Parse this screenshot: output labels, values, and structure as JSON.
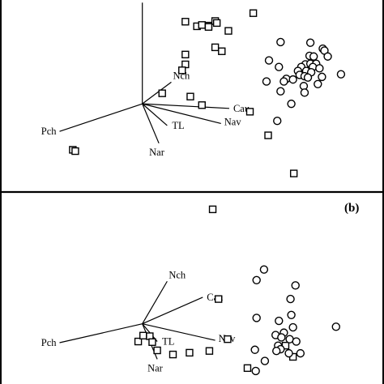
{
  "chart_data": [
    {
      "type": "scatter",
      "panel_label": "",
      "grid": false,
      "vectors": [
        {
          "label": "Nch",
          "x": 0.0,
          "y": 1.54,
          "show_label": false
        },
        {
          "label": "Nch",
          "x": 0.35,
          "y": 0.33,
          "show_label": true
        },
        {
          "label": "Cau",
          "x": 1.05,
          "y": -0.07,
          "show_label": true
        },
        {
          "label": "Nav",
          "x": 0.95,
          "y": -0.3,
          "show_label": true
        },
        {
          "label": "TL",
          "x": 0.3,
          "y": -0.33,
          "show_label": true
        },
        {
          "label": "Nar",
          "x": 0.2,
          "y": -0.6,
          "show_label": true
        },
        {
          "label": "Pch",
          "x": -1.0,
          "y": -0.42,
          "show_label": true
        }
      ],
      "series": [
        {
          "marker": "square",
          "points": [
            [
              0.52,
              1.25
            ],
            [
              0.66,
              1.18
            ],
            [
              0.72,
              1.2
            ],
            [
              0.8,
              1.19
            ],
            [
              0.8,
              1.17
            ],
            [
              0.88,
              1.26
            ],
            [
              0.9,
              1.23
            ],
            [
              1.04,
              1.11
            ],
            [
              0.88,
              0.86
            ],
            [
              0.96,
              0.8
            ],
            [
              0.52,
              0.75
            ],
            [
              0.52,
              0.6
            ],
            [
              0.48,
              0.51
            ],
            [
              0.24,
              0.16
            ],
            [
              0.58,
              0.11
            ],
            [
              0.72,
              -0.02
            ],
            [
              1.3,
              -0.12
            ],
            [
              1.52,
              -0.48
            ],
            [
              -0.84,
              -0.7
            ],
            [
              -0.81,
              -0.72
            ],
            [
              1.83,
              -1.06
            ],
            [
              1.34,
              1.38
            ]
          ]
        },
        {
          "marker": "circle",
          "points": [
            [
              1.67,
              0.94
            ],
            [
              2.03,
              0.93
            ],
            [
              2.18,
              0.84
            ],
            [
              2.2,
              0.81
            ],
            [
              2.02,
              0.73
            ],
            [
              2.07,
              0.72
            ],
            [
              2.24,
              0.72
            ],
            [
              1.53,
              0.66
            ],
            [
              1.65,
              0.56
            ],
            [
              1.97,
              0.6
            ],
            [
              2.03,
              0.61
            ],
            [
              2.1,
              0.61
            ],
            [
              1.92,
              0.56
            ],
            [
              2.06,
              0.56
            ],
            [
              1.88,
              0.5
            ],
            [
              1.98,
              0.5
            ],
            [
              2.04,
              0.48
            ],
            [
              2.14,
              0.54
            ],
            [
              2.4,
              0.45
            ],
            [
              1.9,
              0.44
            ],
            [
              1.96,
              0.42
            ],
            [
              2.17,
              0.41
            ],
            [
              2.0,
              0.4
            ],
            [
              1.74,
              0.38
            ],
            [
              1.71,
              0.34
            ],
            [
              1.82,
              0.37
            ],
            [
              2.12,
              0.3
            ],
            [
              1.95,
              0.27
            ],
            [
              1.67,
              0.19
            ],
            [
              1.96,
              0.17
            ],
            [
              1.8,
              0.0
            ],
            [
              1.63,
              -0.26
            ],
            [
              1.5,
              0.34
            ]
          ]
        }
      ],
      "xlim": [
        -1.7,
        2.9
      ],
      "ylim": [
        -1.33,
        1.58
      ]
    },
    {
      "type": "scatter",
      "panel_label": "(b)",
      "grid": false,
      "vectors": [
        {
          "label": "Nch",
          "x": 0.3,
          "y": 0.72,
          "show_label": true
        },
        {
          "label": "Cau",
          "x": 0.73,
          "y": 0.45,
          "show_label": true
        },
        {
          "label": "Nav",
          "x": 0.88,
          "y": -0.28,
          "show_label": true
        },
        {
          "label": "TL",
          "x": 0.18,
          "y": -0.3,
          "show_label": true
        },
        {
          "label": "Nar",
          "x": 0.18,
          "y": -0.6,
          "show_label": true
        },
        {
          "label": "Pch",
          "x": -1.0,
          "y": -0.32,
          "show_label": true
        }
      ],
      "series": [
        {
          "marker": "square",
          "points": [
            [
              0.85,
              1.94
            ],
            [
              0.92,
              0.42
            ],
            [
              0.09,
              -0.21
            ],
            [
              -0.05,
              -0.3
            ],
            [
              0.01,
              -0.2
            ],
            [
              0.12,
              -0.31
            ],
            [
              0.18,
              -0.45
            ],
            [
              0.37,
              -0.52
            ],
            [
              0.57,
              -0.49
            ],
            [
              0.81,
              -0.46
            ],
            [
              1.03,
              -0.26
            ],
            [
              1.73,
              -0.37
            ],
            [
              1.82,
              -0.56
            ],
            [
              1.27,
              -0.75
            ]
          ]
        },
        {
          "marker": "circle",
          "points": [
            [
              1.47,
              0.92
            ],
            [
              1.38,
              0.74
            ],
            [
              1.85,
              0.65
            ],
            [
              1.79,
              0.42
            ],
            [
              1.8,
              0.15
            ],
            [
              1.65,
              0.05
            ],
            [
              1.38,
              0.1
            ],
            [
              1.82,
              -0.06
            ],
            [
              2.34,
              -0.05
            ],
            [
              1.71,
              -0.15
            ],
            [
              1.61,
              -0.19
            ],
            [
              1.68,
              -0.23
            ],
            [
              1.78,
              -0.26
            ],
            [
              1.64,
              -0.37
            ],
            [
              1.67,
              -0.43
            ],
            [
              1.62,
              -0.46
            ],
            [
              1.86,
              -0.3
            ],
            [
              1.77,
              -0.5
            ],
            [
              1.91,
              -0.5
            ],
            [
              1.36,
              -0.44
            ],
            [
              1.48,
              -0.63
            ],
            [
              1.37,
              -0.8
            ]
          ]
        }
      ],
      "xlim": [
        -1.7,
        2.9
      ],
      "ylim": [
        -1.02,
        2.22
      ]
    }
  ]
}
